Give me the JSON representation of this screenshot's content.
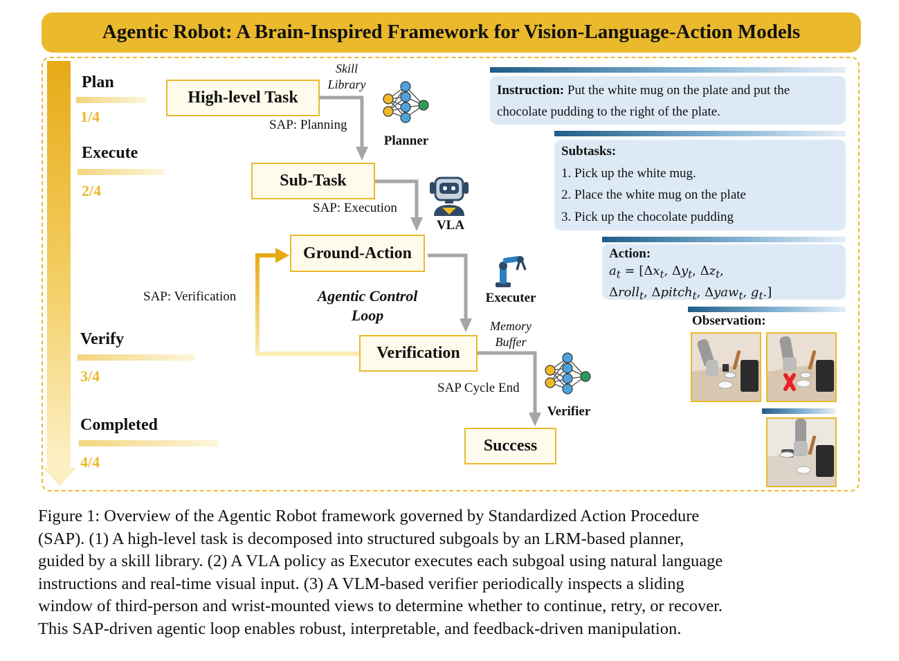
{
  "title": "Agentic Robot: A Brain-Inspired Framework for Vision-Language-Action Models",
  "stages": [
    {
      "name": "Plan",
      "fraction": "1/4"
    },
    {
      "name": "Execute",
      "fraction": "2/4"
    },
    {
      "name": "Verify",
      "fraction": "3/4"
    },
    {
      "name": "Completed",
      "fraction": "4/4"
    }
  ],
  "nodes": {
    "high_level_task": "High-level Task",
    "sub_task": "Sub-Task",
    "ground_action": "Ground-Action",
    "verification": "Verification",
    "success": "Success"
  },
  "edge_labels": {
    "planning": "SAP: Planning",
    "execution": "SAP: Execution",
    "verification": "SAP: Verification",
    "cycle_end": "SAP Cycle End"
  },
  "side_labels": {
    "skill_library": [
      "Skill",
      "Library"
    ],
    "memory_buffer": [
      "Memory",
      "Buffer"
    ],
    "control_loop": [
      "Agentic Control",
      "Loop"
    ]
  },
  "agents": {
    "planner": "Planner",
    "vla": "VLA",
    "executer": "Executer",
    "verifier": "Verifier"
  },
  "panels": {
    "instruction_label": "Instruction:",
    "instruction_text_1": "Put the white mug on the plate and put the",
    "instruction_text_2": "chocolate pudding to the right of the plate.",
    "subtasks_label": "Subtasks:",
    "subtasks": [
      "1.  Pick up the white mug.",
      "2.  Place the white mug on the plate",
      "3.  Pick up the chocolate pudding"
    ],
    "action_label": "Action:",
    "observation_label": "Observation:"
  },
  "colors": {
    "accent_gold": "#eab92c",
    "panel_blue": "#ddeaf6",
    "arrow_gray": "#a6a6a6",
    "failure_red": "#e8202a"
  },
  "caption": [
    "Figure 1:  Overview of the Agentic Robot framework governed by Standardized Action Procedure",
    "(SAP). (1) A high-level task is decomposed into structured subgoals by an LRM-based planner,",
    "guided by a skill library. (2) A VLA policy as Executor executes each subgoal using natural language",
    "instructions and real-time visual input.  (3) A VLM-based verifier periodically inspects a sliding",
    "window of third-person and wrist-mounted views to determine whether to continue, retry, or recover.",
    "This SAP-driven agentic loop enables robust, interpretable, and feedback-driven manipulation."
  ]
}
